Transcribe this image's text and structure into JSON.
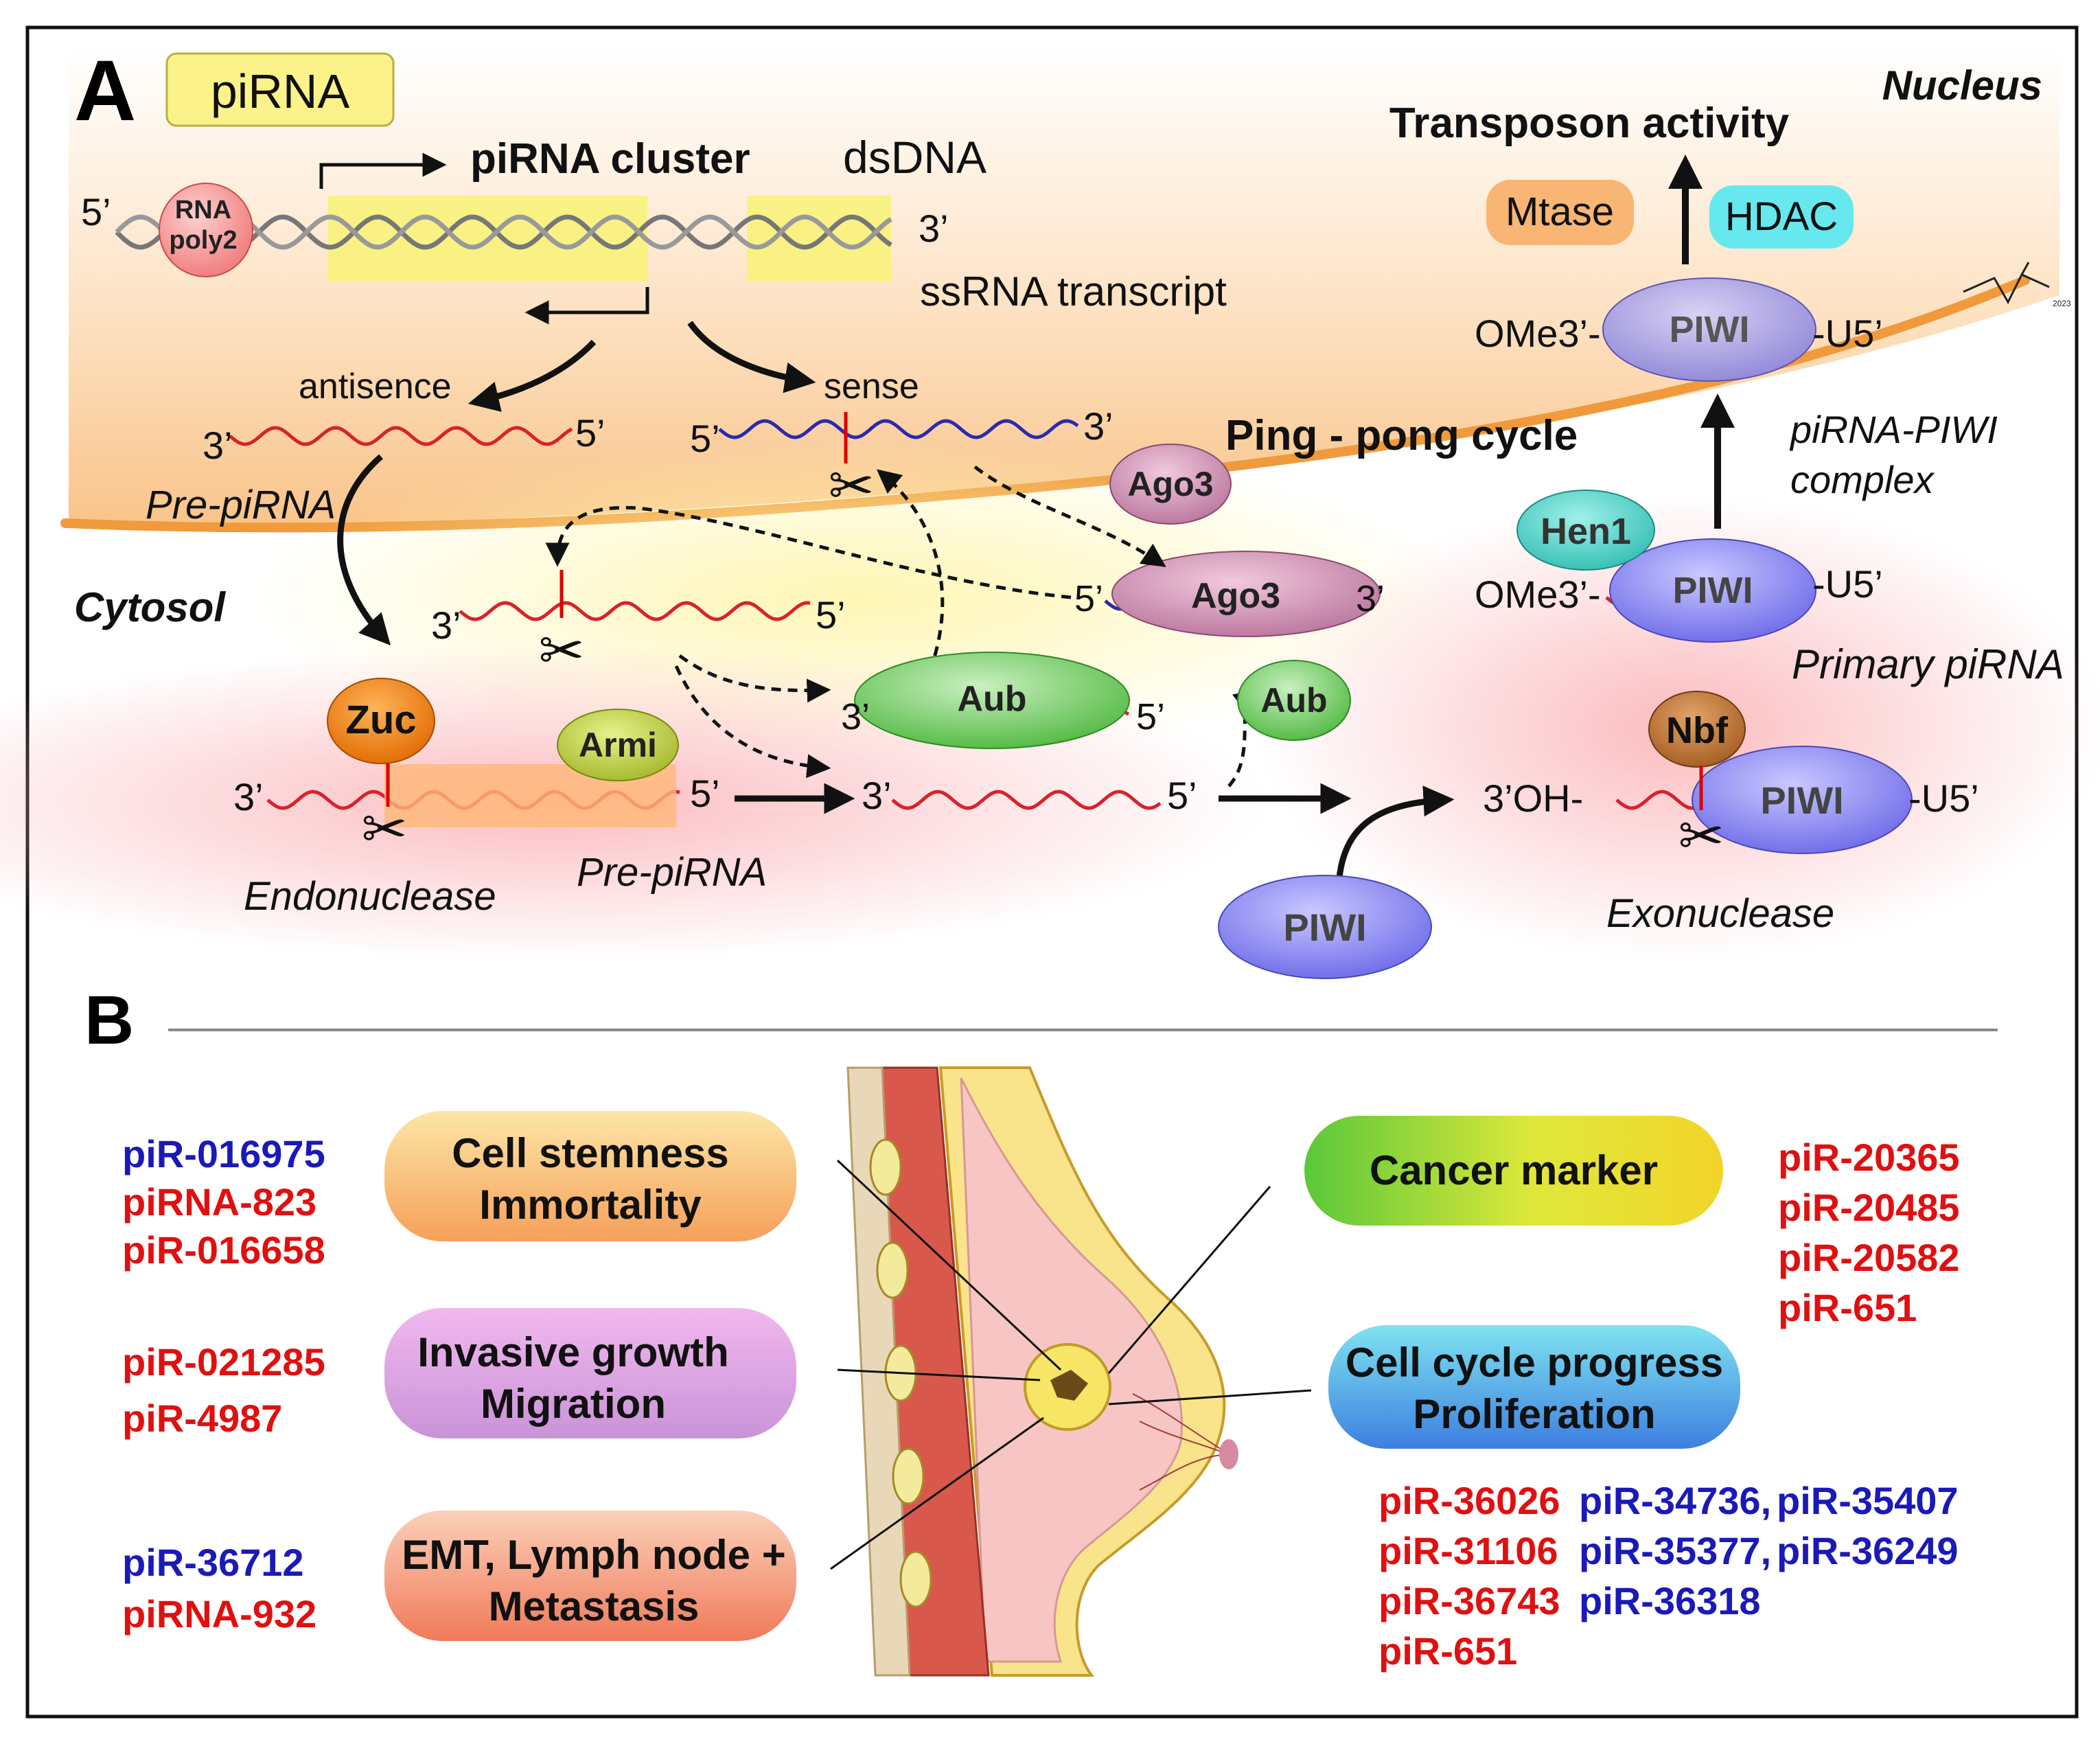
{
  "panel_a": {
    "letter": "A",
    "title_badge": "piRNA",
    "nucleus_label": "Nucleus",
    "cytosol_label": "Cytosol",
    "rna_poly2_line1": "RNA",
    "rna_poly2_line2": "poly2",
    "dna_5prime": "5’",
    "dna_3prime": "3’",
    "pirna_cluster": "piRNA cluster",
    "dsdna": "dsDNA",
    "ssrna_transcript": "ssRNA transcript",
    "antisence": "antisence",
    "sense": "sense",
    "antisense_3": "3’",
    "antisense_5": "5’",
    "sense_5": "5’",
    "sense_3": "3’",
    "pre_pirna_top": "Pre-piRNA",
    "ping_pong": "Ping - pong cycle",
    "ago3_free": "Ago3",
    "ago3_bound": "Ago3",
    "ago3_5": "5’",
    "ago3_3": "3’",
    "mid_3": "3’",
    "mid_5": "5’",
    "aub_bound": "Aub",
    "aub_3": "3’",
    "aub_5": "5’",
    "aub_free": "Aub",
    "zuc": "Zuc",
    "armi": "Armi",
    "zuc_3": "3’",
    "zuc_5": "5’",
    "endonuclease": "Endonuclease",
    "pre_pirna_bottom": "Pre-piRNA",
    "center_3": "3’",
    "center_5": "5’",
    "piwi_free": "PIWI",
    "nbf": "Nbf",
    "piwi_nbf": "PIWI",
    "oh_3": "3’OH-",
    "u5_nbf": "-U5’",
    "exonuclease": "Exonuclease",
    "primary_pirna": "Primary piRNA",
    "hen1": "Hen1",
    "piwi_hen1": "PIWI",
    "ome3_hen1": "OMe3’-",
    "u5_hen1": "-U5’",
    "complex_line1": "piRNA-PIWI",
    "complex_line2": "complex",
    "piwi_nuc": "PIWI",
    "ome3_nuc": "OMe3’-",
    "u5_nuc": "-U5’",
    "mtase": "Mtase",
    "hdac": "HDAC",
    "transposon": "Transposon activity",
    "logo_year": "2023"
  },
  "panel_b": {
    "letter": "B",
    "boxes": {
      "stemness_l1": "Cell stemness",
      "stemness_l2": "Immortality",
      "invasive_l1": "Invasive growth",
      "invasive_l2": "Migration",
      "emt_l1": "EMT, Lymph node +",
      "emt_l2": "Metastasis",
      "cancer_marker": "Cancer marker",
      "cycle_l1": "Cell cycle progress",
      "cycle_l2": "Proliferation"
    },
    "lists": {
      "stemness": [
        {
          "text": "piR-016975",
          "color": "#1a1ab8"
        },
        {
          "text": "piRNA-823",
          "color": "#e01010"
        },
        {
          "text": "piR-016658",
          "color": "#e01010"
        }
      ],
      "invasive": [
        {
          "text": "piR-021285",
          "color": "#e01010"
        },
        {
          "text": "piR-4987",
          "color": "#e01010"
        }
      ],
      "emt": [
        {
          "text": "piR-36712",
          "color": "#1a1ab8"
        },
        {
          "text": "piRNA-932",
          "color": "#e01010"
        }
      ],
      "marker": [
        {
          "text": "piR-20365",
          "color": "#e01010"
        },
        {
          "text": "piR-20485",
          "color": "#e01010"
        },
        {
          "text": "piR-20582",
          "color": "#e01010"
        },
        {
          "text": "piR-651",
          "color": "#e01010"
        }
      ],
      "cycle_red": [
        {
          "text": "piR-36026",
          "color": "#e01010"
        },
        {
          "text": "piR-31106",
          "color": "#e01010"
        },
        {
          "text": "piR-36743",
          "color": "#e01010"
        },
        {
          "text": "piR-651",
          "color": "#e01010"
        }
      ],
      "cycle_blue_a": [
        {
          "text": "piR-34736,",
          "color": "#1a1ab8"
        },
        {
          "text": "piR-35377,",
          "color": "#1a1ab8"
        },
        {
          "text": "piR-36318",
          "color": "#1a1ab8"
        }
      ],
      "cycle_blue_b": [
        {
          "text": "piR-35407",
          "color": "#1a1ab8"
        },
        {
          "text": "piR-36249",
          "color": "#1a1ab8"
        }
      ]
    }
  },
  "colors": {
    "red_mirna": "#e01010",
    "blue_mirna": "#1a1ab8",
    "membrane": "#f09a3c"
  }
}
